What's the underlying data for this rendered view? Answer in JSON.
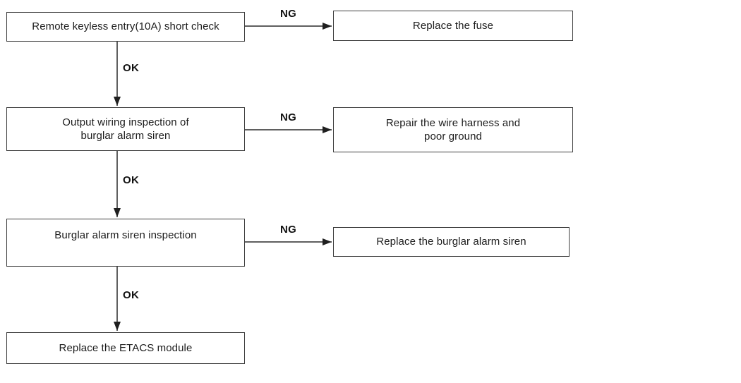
{
  "diagram": {
    "type": "flowchart",
    "description": "Burglar alarm siren troubleshooting flow",
    "colors": {
      "background": "#ffffff",
      "box_border": "#3d3d3d",
      "box_fill": "#ffffff",
      "text": "#1c1c1c",
      "connector": "#2a2a2a"
    },
    "nodes": [
      {
        "id": "step-1",
        "label": "Remote keyless entry(10A) short check"
      },
      {
        "id": "remedy-1",
        "label": "Replace the fuse"
      },
      {
        "id": "step-2",
        "label": "Output wiring inspection of\nburglar alarm siren"
      },
      {
        "id": "remedy-2",
        "label": "Repair the wire harness and\npoor ground"
      },
      {
        "id": "step-3",
        "label": "Burglar alarm siren inspection"
      },
      {
        "id": "remedy-3",
        "label": "Replace the burglar alarm siren"
      },
      {
        "id": "step-4",
        "label": "Replace the ETACS module"
      }
    ],
    "edges": [
      {
        "from": "step-1",
        "to": "remedy-1",
        "label": "NG"
      },
      {
        "from": "step-1",
        "to": "step-2",
        "label": "OK"
      },
      {
        "from": "step-2",
        "to": "remedy-2",
        "label": "NG"
      },
      {
        "from": "step-2",
        "to": "step-3",
        "label": "OK"
      },
      {
        "from": "step-3",
        "to": "remedy-3",
        "label": "NG"
      },
      {
        "from": "step-3",
        "to": "step-4",
        "label": "OK"
      }
    ]
  }
}
